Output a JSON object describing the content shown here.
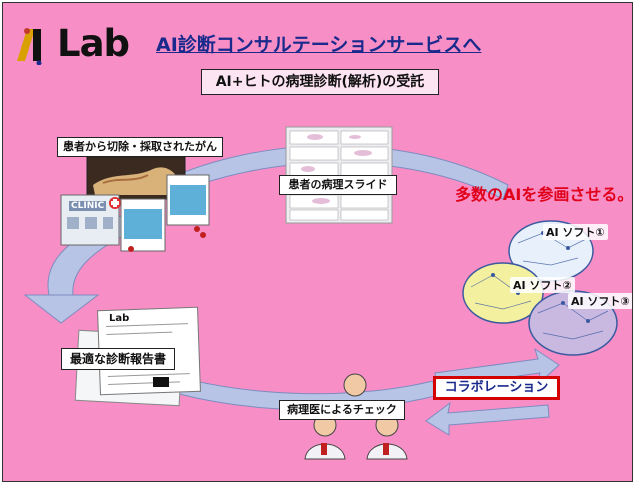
{
  "logo": {
    "text": "Lab"
  },
  "headline": "AI診断コンサルテーションサービスへ",
  "subtitle": "AI+ヒトの病理診断(解析)の受託",
  "cycle": {
    "patient_tissue": "患者から切除・採取されたがん",
    "slides": "患者の病理スライド",
    "multi_ai": "多数のAIを参画させる。",
    "ai_soft_1": "AI ソフト①",
    "ai_soft_2": "AI ソフト②",
    "ai_soft_3": "AI ソフト③",
    "collaboration": "コラボレーション",
    "pathologist_check": "病理医によるチェック",
    "report": "最適な診断報告書"
  },
  "clinic_sign": "CLINIC",
  "report_logo": "Lab",
  "colors": {
    "background": "#f78fc6",
    "arrow": "#b8c4e6",
    "headline": "#1a2a8c",
    "accent_red": "#e0001a"
  }
}
